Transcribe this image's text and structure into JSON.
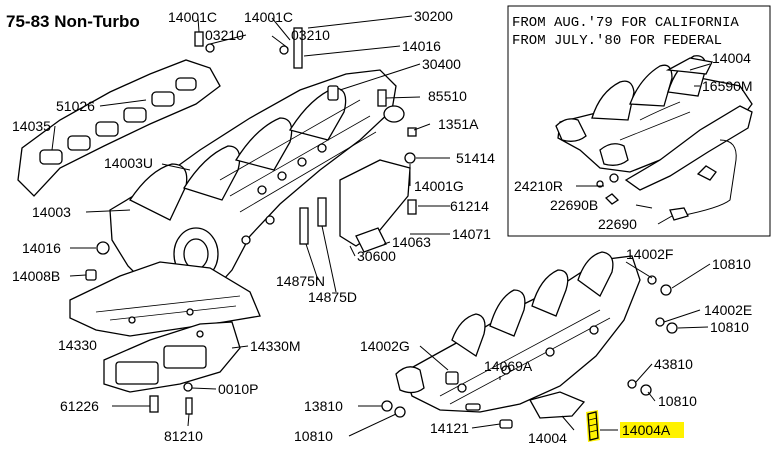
{
  "title": "75-83 Non-Turbo",
  "inset": {
    "note_line1": "FROM AUG.'79 FOR CALIFORNIA",
    "note_line2": "FROM JULY.'80 FOR FEDERAL"
  },
  "labels": {
    "l14001c_a": "14001C",
    "l14001c_b": "14001C",
    "l03210_a": "03210",
    "l03210_b": "03210",
    "l30200": "30200",
    "l14016_top": "14016",
    "l30400": "30400",
    "l51026": "51026",
    "l85510": "85510",
    "l14035": "14035",
    "l1351a": "1351A",
    "l51414": "51414",
    "l14003u": "14003U",
    "l14001g": "14001G",
    "l14003": "14003",
    "l61214": "61214",
    "l14063": "14063",
    "l14071": "14071",
    "l14016_left": "14016",
    "l30600": "30600",
    "l14008b": "14008B",
    "l14875n": "14875N",
    "l14875d": "14875D",
    "l14330": "14330",
    "l14330m": "14330M",
    "l0010p": "0010P",
    "l61226": "61226",
    "l81210": "81210",
    "l14004_inset": "14004",
    "l16590m": "16590M",
    "l24210r": "24210R",
    "l22690b": "22690B",
    "l22690": "22690",
    "l14002f": "14002F",
    "l10810_a": "10810",
    "l14002e": "14002E",
    "l10810_b": "10810",
    "l14002g": "14002G",
    "l14069a": "14069A",
    "l43810": "43810",
    "l13810": "13810",
    "l10810_c": "10810",
    "l10810_d": "10810",
    "l14121": "14121",
    "l14004": "14004",
    "l14004a": "14004A"
  },
  "colors": {
    "highlight": "#fff200"
  }
}
